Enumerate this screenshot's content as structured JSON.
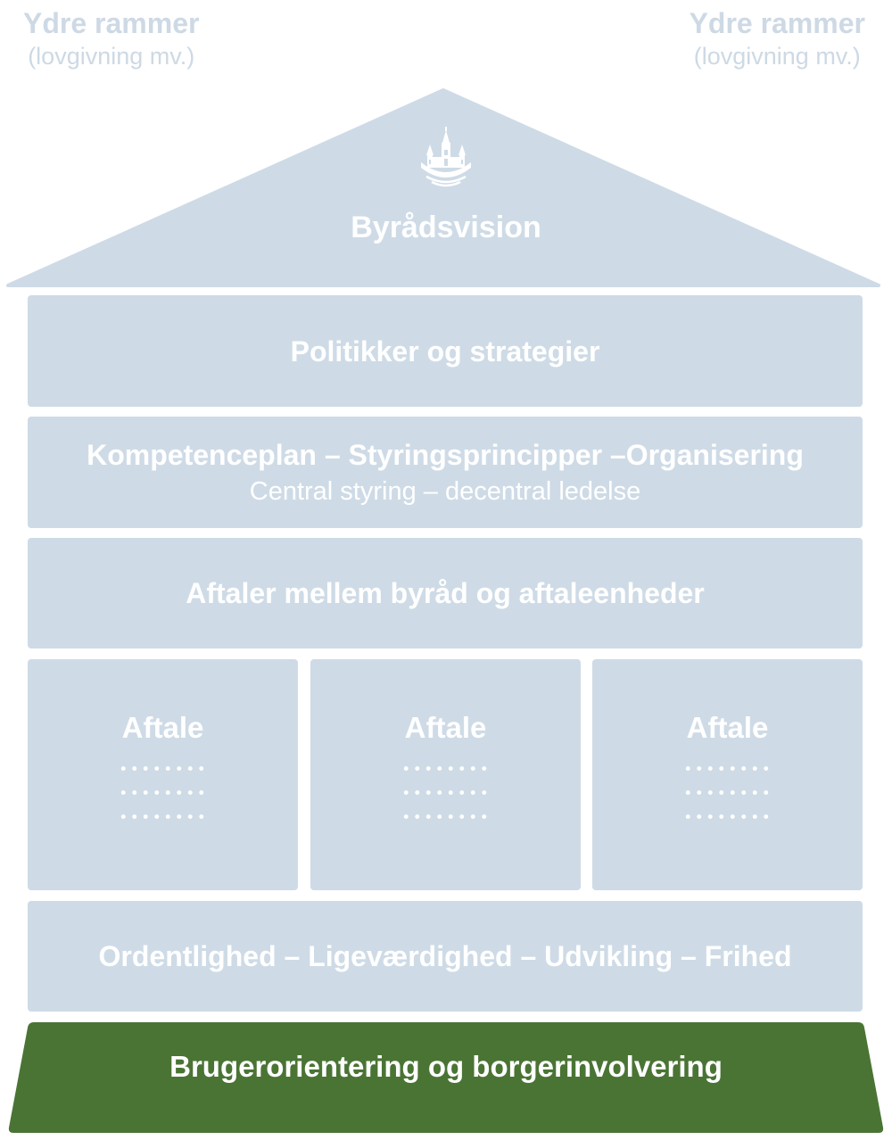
{
  "corners": {
    "left": {
      "line1": "Ydre rammer",
      "line2": "(lovgivning mv.)"
    },
    "right": {
      "line1": "Ydre rammer",
      "line2": "(lovgivning mv.)"
    }
  },
  "roof": {
    "title": "Byrådsvision",
    "logo_icon": "castle-logo-icon"
  },
  "bands": {
    "politikker": {
      "main": "Politikker og strategier"
    },
    "kompetence": {
      "main": "Kompetenceplan – Styringsprincipper –Organisering",
      "sub": "Central styring – decentral ledelse"
    },
    "aftaler": {
      "main": "Aftaler mellem byråd og aftaleenheder"
    },
    "vaerdier": {
      "main": "Ordentlighed – Ligeværdighed – Udvikling – Frihed"
    }
  },
  "columns": [
    {
      "title": "Aftale"
    },
    {
      "title": "Aftale"
    },
    {
      "title": "Aftale"
    }
  ],
  "foundation": {
    "title": "Brugerorientering og borgerinvolvering"
  },
  "colors": {
    "panel": "#cedbe6",
    "corner_text": "#cdd9e4",
    "foundation": "#4a7434",
    "text": "#ffffff"
  }
}
